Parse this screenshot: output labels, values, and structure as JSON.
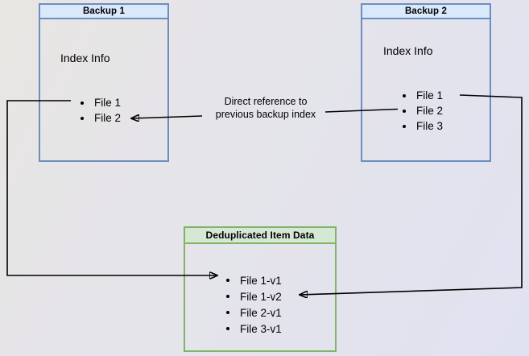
{
  "diagram": {
    "backup1": {
      "title": "Backup 1",
      "heading": "Index Info",
      "items": [
        "File 1",
        "File 2"
      ]
    },
    "backup2": {
      "title": "Backup 2",
      "heading": "Index Info",
      "items": [
        "File 1",
        "File 2",
        "File 3"
      ]
    },
    "dedup": {
      "title": "Deduplicated Item Data",
      "items": [
        "File 1-v1",
        "File 1-v2",
        "File 2-v1",
        "File 3-v1"
      ]
    },
    "edge_label": {
      "line1": "Direct reference to",
      "line2": "previous backup index"
    }
  },
  "colors": {
    "blue_fill": "#dae8fc",
    "blue_border": "#6c8ebf",
    "green_fill": "#d5e8d4",
    "green_border": "#82b366",
    "arrow": "#000000",
    "background_left": "#e8e6e2",
    "background_right": "#e1e2f1"
  }
}
